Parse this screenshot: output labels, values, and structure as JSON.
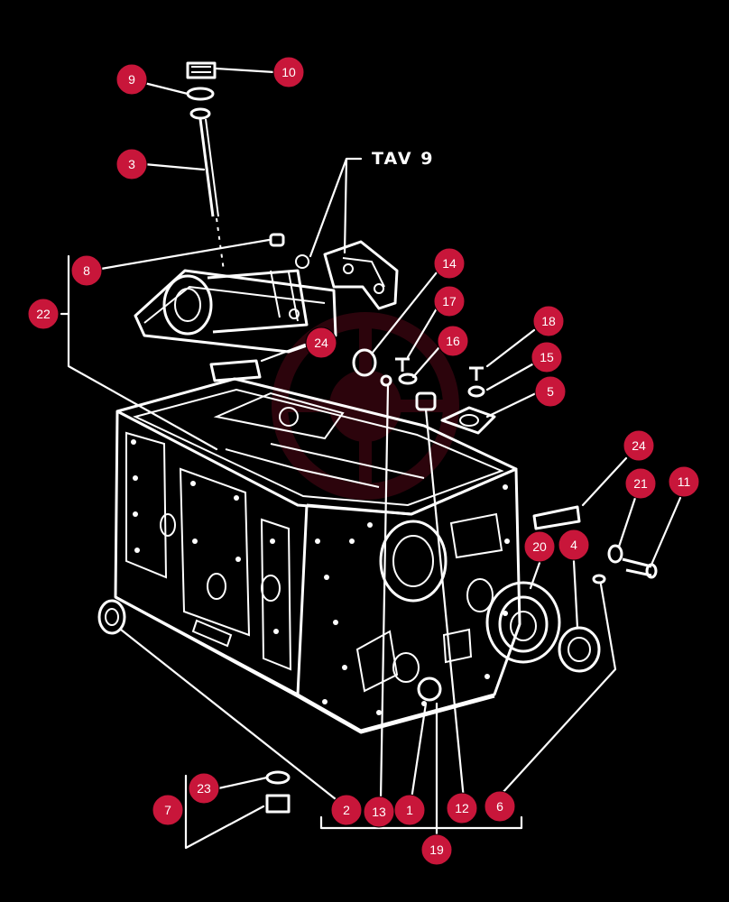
{
  "reference_label": "TAV 9",
  "callouts": [
    {
      "label": "10"
    },
    {
      "label": "9"
    },
    {
      "label": "3"
    },
    {
      "label": "8"
    },
    {
      "label": "22"
    },
    {
      "label": "14"
    },
    {
      "label": "17"
    },
    {
      "label": "24"
    },
    {
      "label": "16"
    },
    {
      "label": "18"
    },
    {
      "label": "15"
    },
    {
      "label": "5"
    },
    {
      "label": "24"
    },
    {
      "label": "21"
    },
    {
      "label": "11"
    },
    {
      "label": "20"
    },
    {
      "label": "4"
    },
    {
      "label": "23"
    },
    {
      "label": "7"
    },
    {
      "label": "2"
    },
    {
      "label": "13"
    },
    {
      "label": "1"
    },
    {
      "label": "12"
    },
    {
      "label": "6"
    },
    {
      "label": "19"
    }
  ],
  "colors": {
    "background": "#000000",
    "lines": "#ffffff",
    "callout": "#c8163a",
    "watermark": "#c8163a"
  }
}
